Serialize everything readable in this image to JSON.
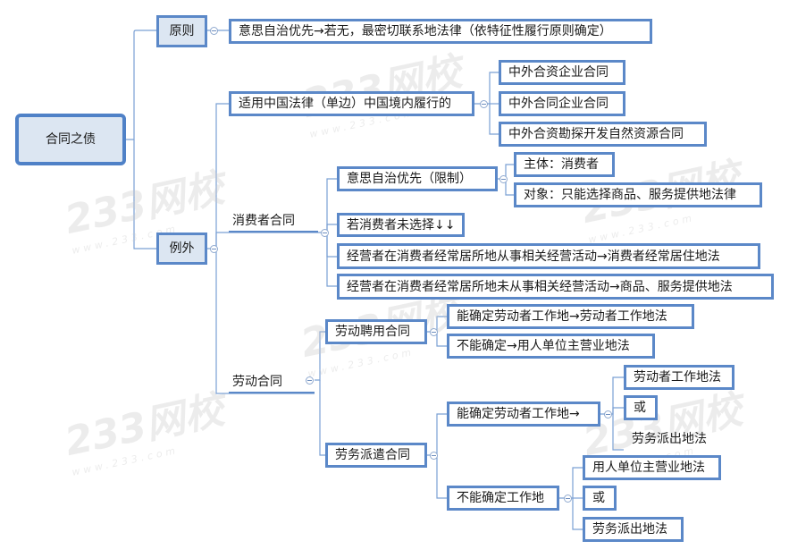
{
  "root": "合同之债",
  "branches": {
    "principle": {
      "label": "原则",
      "rule": "意思自治优先→若无，最密切联系地法律（依特征性履行原则确定）"
    },
    "exception": {
      "label": "例外",
      "china": {
        "label": "适用中国法律（单边）中国境内履行的",
        "items": [
          "中外合资企业合同",
          "中外合同企业合同",
          "中外合资勘探开发自然资源合同"
        ]
      },
      "consumer": {
        "label": "消费者合同",
        "autonomy": {
          "label": "意思自治优先（限制）",
          "subject": "主体：消费者",
          "object": "对象：只能选择商品、服务提供地法律"
        },
        "not_chosen": "若消费者未选择↓↓",
        "engaged": "经营者在消费者经常居所地从事相关经营活动→消费者经常居住地法",
        "not_engaged": "经营者在消费者经常居所地未从事相关经营活动→商品、服务提供地法"
      },
      "labor": {
        "label": "劳动合同",
        "employment": {
          "label": "劳动聘用合同",
          "determinable": "能确定劳动者工作地→劳动者工作地法",
          "indeterminable": "不能确定→用人单位主营业地法"
        },
        "dispatch": {
          "label": "劳务派遣合同",
          "determinable": {
            "label": "能确定劳动者工作地→",
            "a": "劳动者工作地法",
            "or": "或",
            "b": "劳务派出地法"
          },
          "indeterminable": {
            "label": "不能确定工作地",
            "a": "用人单位主营业地法",
            "or": "或",
            "b": "劳务派出地法"
          }
        }
      }
    }
  },
  "watermark": {
    "text": "233网校",
    "sub": "www.233.com"
  }
}
